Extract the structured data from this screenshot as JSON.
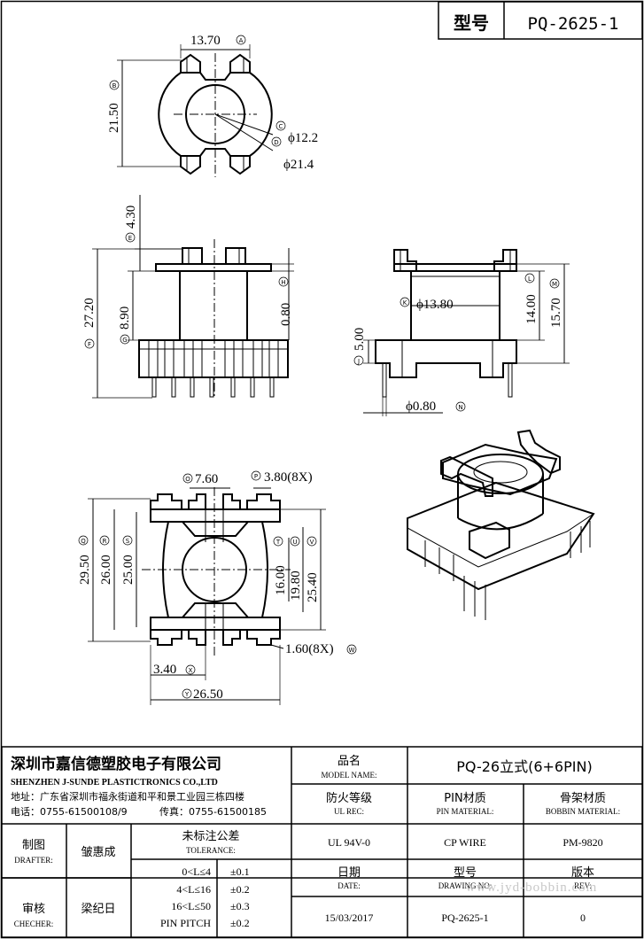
{
  "header": {
    "type_label": "型号",
    "part_number": "PQ-2625-1"
  },
  "dims": {
    "d1": "13.70",
    "d1c": "A",
    "d2": "21.50",
    "d2c": "B",
    "d3": "ϕ12.2",
    "d3c": "C",
    "d4": "ϕ21.4",
    "d4c": "D",
    "d5": "4.30",
    "d5c": "E",
    "d6": "27.20",
    "d6c": "F",
    "d7": "8.90",
    "d7c": "G",
    "d8": "0.80",
    "d8c": "H",
    "d9": "ϕ13.80",
    "d9c": "K",
    "d10": "5.00",
    "d10c": "J",
    "d11": "14.00",
    "d11c": "L",
    "d12": "15.70",
    "d12c": "M",
    "d13": "ϕ0.80",
    "d13c": "N",
    "d14": "7.60",
    "d14c": "O",
    "d15": "3.80(8X)",
    "d15c": "P",
    "d16": "29.50",
    "d16c": "Q",
    "d17": "26.00",
    "d17c": "R",
    "d18": "25.00",
    "d18c": "S",
    "d19": "16.00",
    "d19c": "T",
    "d20": "19.80",
    "d20c": "U",
    "d21": "25.40",
    "d21c": "V",
    "d22": "1.60(8X)",
    "d22c": "W",
    "d23": "3.40",
    "d23c": "X",
    "d24": "26.50",
    "d24c": "Y"
  },
  "titleblock": {
    "company_cn": "深圳市嘉信德塑胶电子有限公司",
    "company_en": "SHENZHEN J-SUNDE PLASTICTRONICS CO.,LTD",
    "address": "地址：广东省深圳市福永街道和平和景工业园三栋四楼",
    "phone": "电话：0755-61500108/9",
    "fax": "传真：0755-61500185",
    "model_cn": "品名",
    "model_en": "MODEL NAME:",
    "model_value": "PQ-26立式(6+6PIN)",
    "ul_cn": "防火等级",
    "ul_en": "UL REC:",
    "ul_value": "UL 94V-0",
    "pin_cn": "PIN材质",
    "pin_en": "PIN MATERIAL:",
    "pin_value": "CP WIRE",
    "bobbin_cn": "骨架材质",
    "bobbin_en": "BOBBIN MATERIAL:",
    "bobbin_value": "PM-9820",
    "drafter_cn": "制图",
    "drafter_en": "DRAFTER:",
    "drafter_name": "皱惠成",
    "checker_cn": "审核",
    "checker_en": "CHECHER:",
    "checker_name": "梁纪日",
    "tol_cn": "未标注公差",
    "tol_en": "TOLERANCE:",
    "tol_rows": [
      {
        "range": "0<L≤4",
        "value": "±0.1"
      },
      {
        "range": "4<L≤16",
        "value": "±0.2"
      },
      {
        "range": "16<L≤50",
        "value": "±0.3"
      },
      {
        "range": "PIN PITCH",
        "value": "±0.2"
      }
    ],
    "date_cn": "日期",
    "date_en": "DATE:",
    "date_value": "15/03/2017",
    "dwg_cn": "型号",
    "dwg_en": "DRAWING NO:",
    "dwg_value": "PQ-2625-1",
    "rev_cn": "版本",
    "rev_en": "REV:",
    "rev_value": "0"
  },
  "watermark": "www.jyd-bobbin.com"
}
